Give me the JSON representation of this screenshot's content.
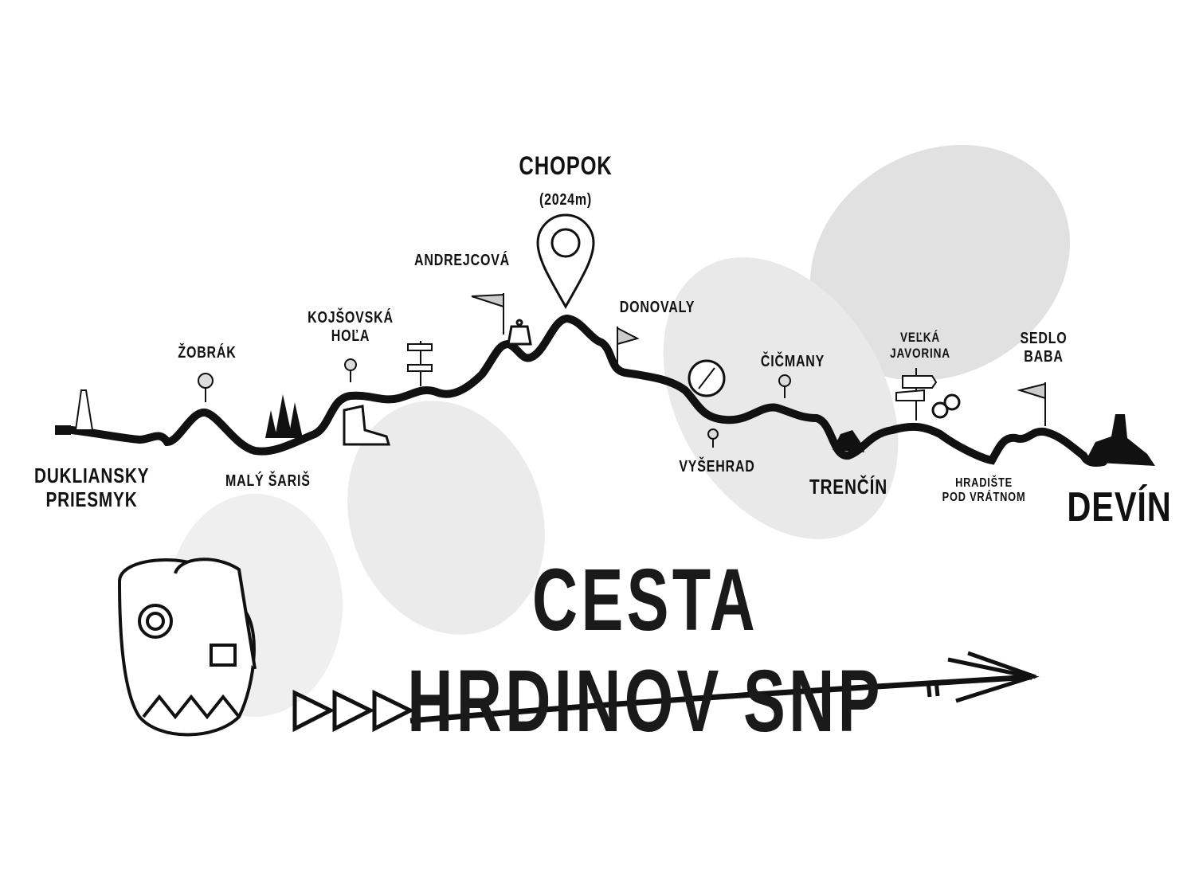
{
  "title": "CESTA HRDINOV SNP",
  "stops": {
    "start": [
      "DUKLIANSKY",
      "PRIESMYK"
    ],
    "zobrak": "ŽOBRÁK",
    "maly_saris": "MALÝ ŠARIŠ",
    "kojsovska": [
      "KOJŠOVSKÁ",
      "HOĽA"
    ],
    "andrejcova": "ANDREJCOVÁ",
    "chopok": "CHOPOK",
    "chopok_elevation": "(2024m)",
    "donovaly": "DONOVALY",
    "vysehrad": "VYŠEHRAD",
    "cicmany": "ČIČMANY",
    "trencin": "TRENČÍN",
    "velka_javorina": [
      "VEĽKÁ",
      "JAVORINA"
    ],
    "hradiste": [
      "HRADIŠTE",
      "POD VRÁTNOM"
    ],
    "sedlo_baba": [
      "SEDLO",
      "BABA"
    ],
    "end": "DEVÍN"
  },
  "colors": {
    "ink": "#111111",
    "watermark": "#d8d8d8"
  }
}
